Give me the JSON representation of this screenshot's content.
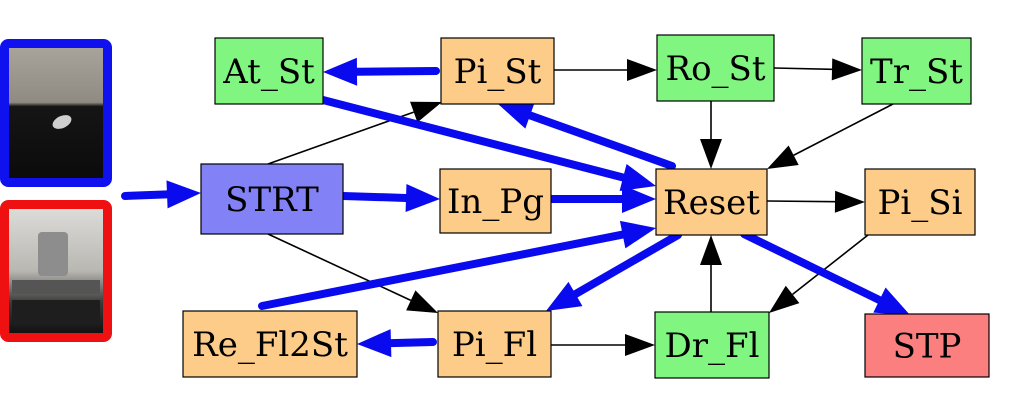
{
  "colors": {
    "green": "#80f580",
    "orange": "#fdcc88",
    "blue_node": "#8282f6",
    "red_node": "#fb7f7f",
    "flow_blue": "#0a0aee",
    "frame_blue": "#0f12ee",
    "frame_red": "#ef1111"
  },
  "photos": [
    {
      "name": "photo-top",
      "frame": "blue",
      "depicts": "small-metal-part-on-black-surface"
    },
    {
      "name": "photo-bottom",
      "frame": "red",
      "depicts": "metal-part-in-gripper"
    }
  ],
  "nodes": [
    {
      "id": "At_St",
      "label": "At_St",
      "color": "green"
    },
    {
      "id": "Pi_St",
      "label": "Pi_St",
      "color": "orange"
    },
    {
      "id": "Ro_St",
      "label": "Ro_St",
      "color": "green"
    },
    {
      "id": "Tr_St",
      "label": "Tr_St",
      "color": "green"
    },
    {
      "id": "STRT",
      "label": "STRT",
      "color": "blue_node"
    },
    {
      "id": "In_Pg",
      "label": "In_Pg",
      "color": "orange"
    },
    {
      "id": "Reset",
      "label": "Reset",
      "color": "orange"
    },
    {
      "id": "Pi_Si",
      "label": "Pi_Si",
      "color": "orange"
    },
    {
      "id": "Re_Fl2St",
      "label": "Re_Fl2St",
      "color": "orange"
    },
    {
      "id": "Pi_Fl",
      "label": "Pi_Fl",
      "color": "orange"
    },
    {
      "id": "Dr_Fl",
      "label": "Dr_Fl",
      "color": "green"
    },
    {
      "id": "STP",
      "label": "STP",
      "color": "red_node"
    }
  ],
  "edges": [
    {
      "from": "Pi_St",
      "to": "Ro_St",
      "style": "thin"
    },
    {
      "from": "Ro_St",
      "to": "Tr_St",
      "style": "thin"
    },
    {
      "from": "Ro_St",
      "to": "Reset",
      "style": "thin"
    },
    {
      "from": "Tr_St",
      "to": "Reset",
      "style": "thin"
    },
    {
      "from": "STRT",
      "to": "Pi_St",
      "style": "thin"
    },
    {
      "from": "STRT",
      "to": "Pi_Fl",
      "style": "thin"
    },
    {
      "from": "Reset",
      "to": "Pi_Si",
      "style": "thin"
    },
    {
      "from": "Pi_Si",
      "to": "Dr_Fl",
      "style": "thin"
    },
    {
      "from": "Pi_Fl",
      "to": "Dr_Fl",
      "style": "thin"
    },
    {
      "from": "Dr_Fl",
      "to": "Reset",
      "style": "thin"
    },
    {
      "from": "input",
      "to": "STRT",
      "style": "thick"
    },
    {
      "from": "STRT",
      "to": "In_Pg",
      "style": "thick"
    },
    {
      "from": "In_Pg",
      "to": "Reset",
      "style": "thick"
    },
    {
      "from": "Pi_St",
      "to": "At_St",
      "style": "thick"
    },
    {
      "from": "At_St",
      "to": "Reset",
      "style": "thick"
    },
    {
      "from": "Reset",
      "to": "Pi_St",
      "style": "thick"
    },
    {
      "from": "Reset",
      "to": "Pi_Fl",
      "style": "thick"
    },
    {
      "from": "Reset",
      "to": "STP",
      "style": "thick"
    },
    {
      "from": "Pi_Fl",
      "to": "Re_Fl2St",
      "style": "thick"
    },
    {
      "from": "Re_Fl2St",
      "to": "Reset",
      "style": "thick"
    }
  ]
}
